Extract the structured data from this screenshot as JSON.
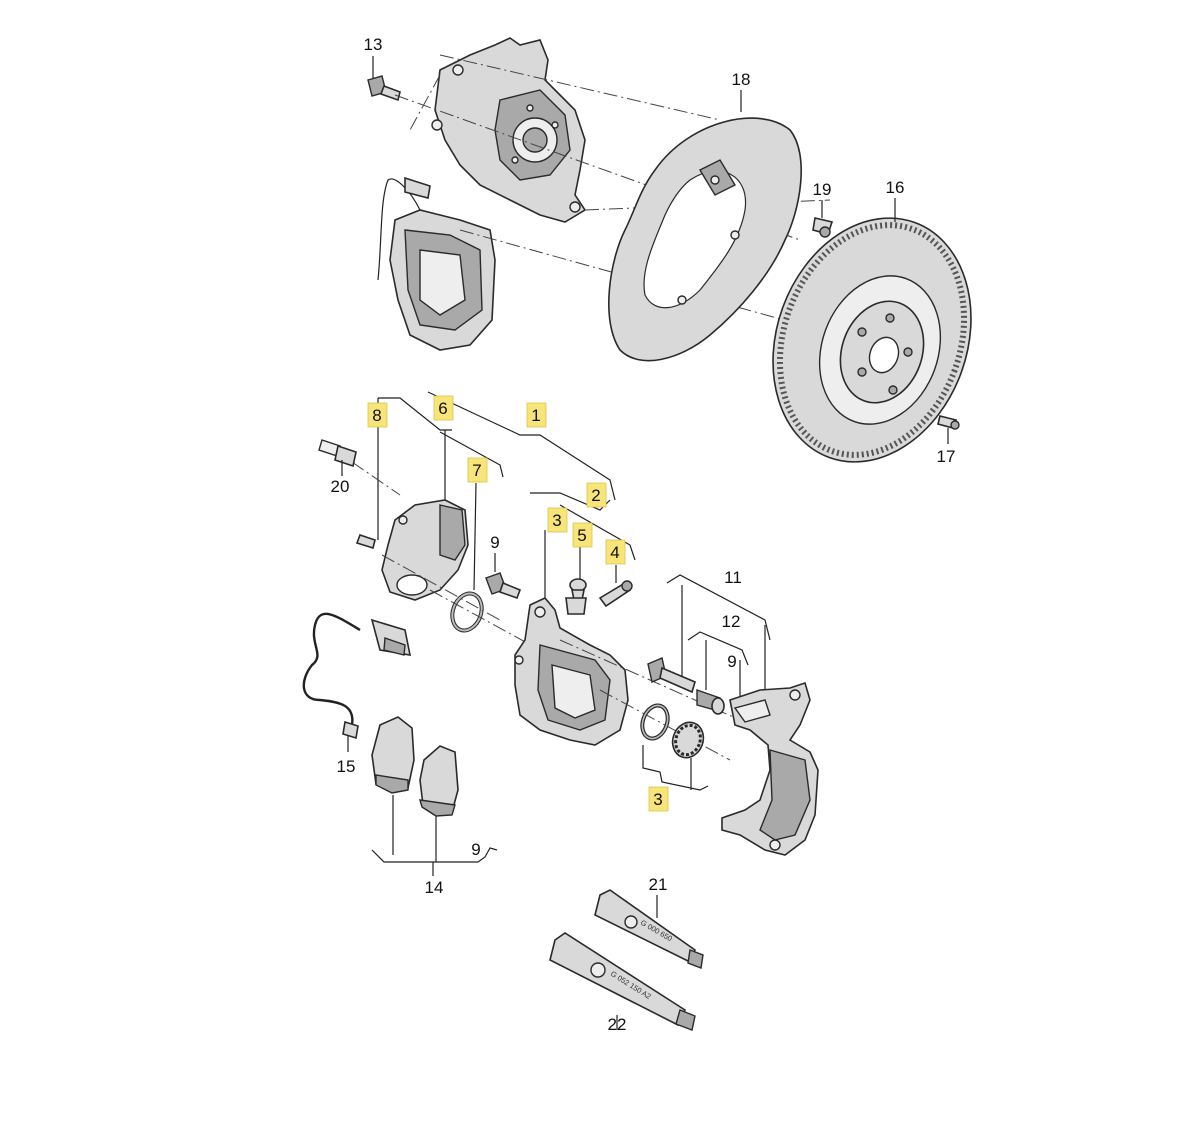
{
  "callouts": {
    "c1": "1",
    "c2": "2",
    "c3a": "3",
    "c3b": "3",
    "c4": "4",
    "c5": "5",
    "c6": "6",
    "c7": "7",
    "c8": "8",
    "c9a": "9",
    "c9b": "9",
    "c9c": "9",
    "c11": "11",
    "c12": "12",
    "c13": "13",
    "c14": "14",
    "c15": "15",
    "c16": "16",
    "c17": "17",
    "c18": "18",
    "c19": "19",
    "c20": "20",
    "c21": "21",
    "c22": "22"
  },
  "tubes": {
    "tube21_text": "G 000 650",
    "tube22_text": "G 052 150 A2"
  },
  "colors": {
    "highlight": "#f7e57a",
    "part_fill": "#d9d9d9",
    "line": "#222222"
  }
}
